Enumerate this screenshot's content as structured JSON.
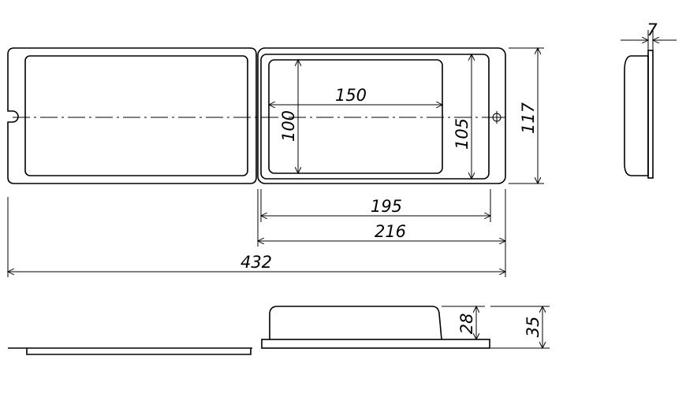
{
  "dimensions": {
    "inner_width": "150",
    "inner_height": "100",
    "lid_height": "105",
    "total_height": "117",
    "depth_top": "7",
    "half_width_inner": "195",
    "half_width_outer": "216",
    "total_width": "432",
    "body_height": "28",
    "total_thickness": "35"
  }
}
